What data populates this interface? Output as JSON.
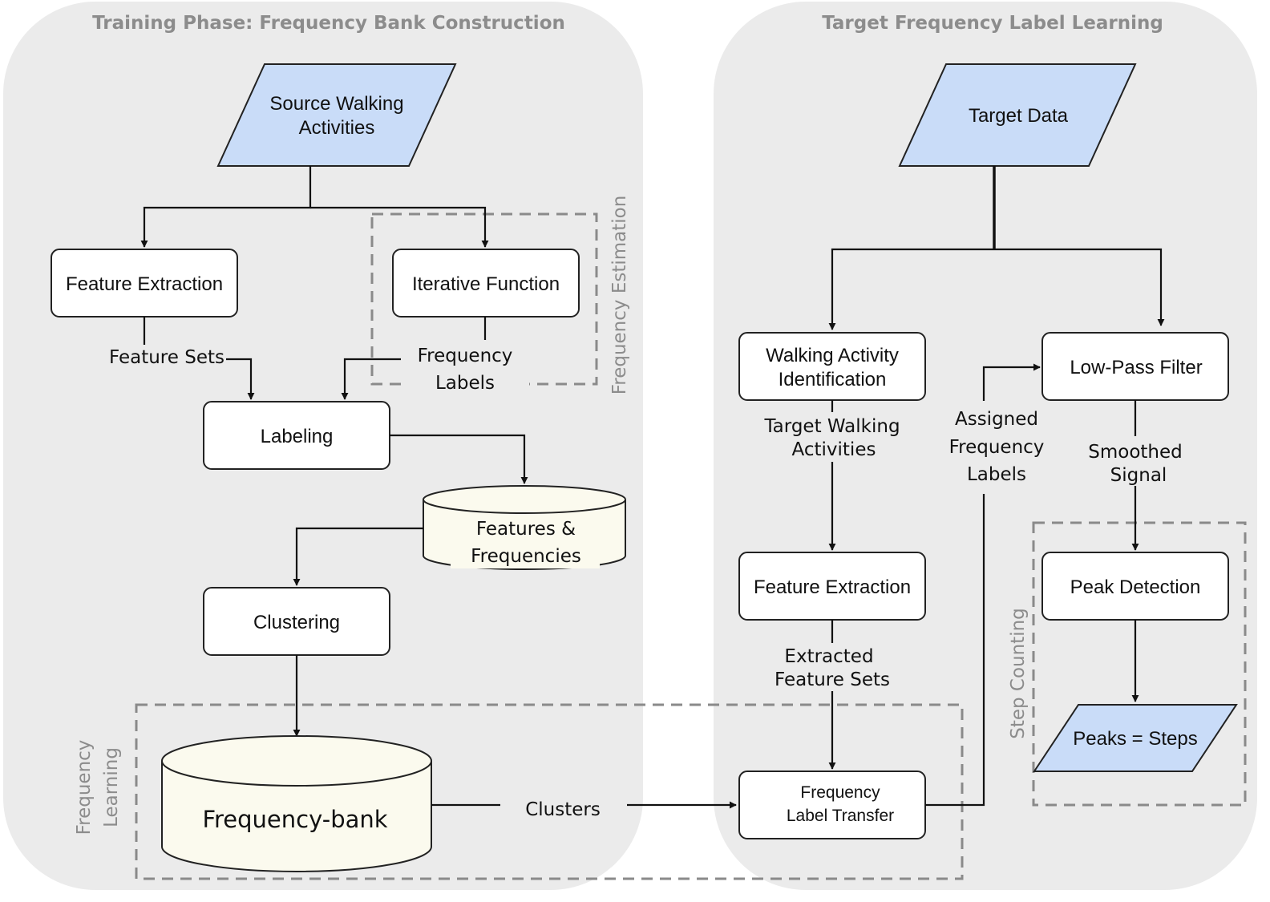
{
  "phases": {
    "training_title": "Training Phase: Frequency Bank Construction",
    "target_title": "Target Frequency Label Learning"
  },
  "nodes": {
    "source": [
      "Source Walking",
      "Activities"
    ],
    "feature_extraction_train": "Feature Extraction",
    "iterative_function": "Iterative Function",
    "labeling": "Labeling",
    "features_frequencies": [
      "Features &",
      "Frequencies"
    ],
    "clustering": "Clustering",
    "frequency_bank": "Frequency-bank",
    "target_data": "Target Data",
    "walking_activity_identification": [
      "Walking Activity",
      "Identification"
    ],
    "low_pass_filter": "Low-Pass Filter",
    "feature_extraction_target": "Feature Extraction",
    "frequency_label_transfer": [
      "Frequency",
      "Label Transfer"
    ],
    "peak_detection": "Peak Detection",
    "peaks_steps": "Peaks = Steps"
  },
  "edge_labels": {
    "feature_sets": "Feature Sets",
    "frequency_labels": [
      "Frequency",
      "Labels"
    ],
    "target_walking_activities": [
      "Target Walking",
      "Activities"
    ],
    "assigned_frequency_labels": [
      "Assigned",
      "Frequency",
      "Labels"
    ],
    "smoothed_signal": [
      "Smoothed",
      "Signal"
    ],
    "extracted_feature_sets": [
      "Extracted",
      "Feature Sets"
    ],
    "clusters": "Clusters"
  },
  "groups": {
    "frequency_estimation": "Frequency Estimation",
    "frequency_learning": [
      "Frequency",
      "Learning"
    ],
    "step_counting": "Step Counting"
  },
  "colors": {
    "panel": "#ebebeb",
    "data_shape": "#c9dcf8",
    "store_shape": "#fbfaee",
    "muted_text": "#8c8c8c"
  }
}
